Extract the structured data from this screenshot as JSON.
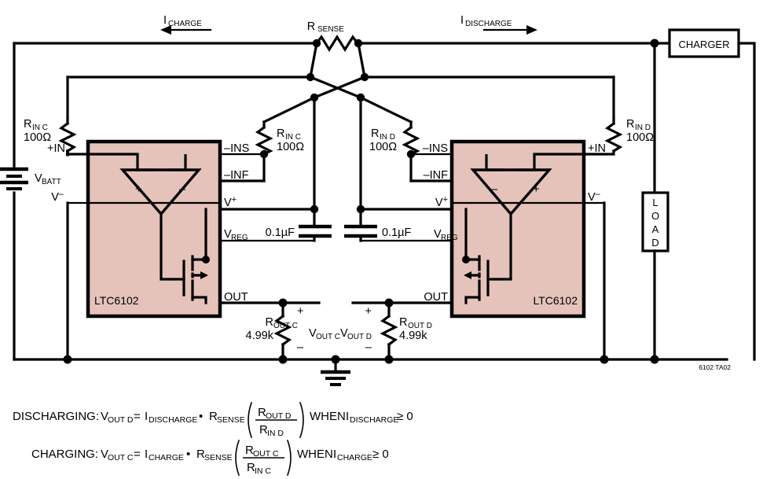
{
  "figure": {
    "title_note": "6102 TA02",
    "chip_name_left": "LTC6102",
    "chip_name_right": "LTC6102",
    "accent_chip_fill": "#e5c3bb",
    "line_color": "#000000",
    "background": "#ffffff"
  },
  "currents": {
    "charge_label_main": "I",
    "charge_label_sub": "CHARGE",
    "discharge_label_main": "I",
    "discharge_label_sub": "DISCHARGE"
  },
  "components": {
    "rsense": {
      "main": "R",
      "sub": "SENSE"
    },
    "rin_c_left": {
      "main": "R",
      "sub": "IN C",
      "value": "100Ω"
    },
    "rin_c_center": {
      "main": "R",
      "sub": "IN C",
      "value": "100Ω"
    },
    "rin_d_center": {
      "main": "R",
      "sub": "IN D",
      "value": "100Ω"
    },
    "rin_d_right": {
      "main": "R",
      "sub": "IN D",
      "value": "100Ω"
    },
    "rout_c": {
      "main": "R",
      "sub": "OUT C",
      "value": "4.99k"
    },
    "rout_d": {
      "main": "R",
      "sub": "OUT D",
      "value": "4.99k"
    },
    "cap_left": "0.1µF",
    "cap_right": "0.1µF",
    "vbatt": {
      "main": "V",
      "sub": "BATT"
    },
    "vout_c": {
      "main": "V",
      "sub": "OUT C"
    },
    "vout_d": {
      "main": "V",
      "sub": "OUT D"
    },
    "charger": "CHARGER",
    "load_letters": [
      "L",
      "O",
      "A",
      "D"
    ],
    "polarity_plus": "+",
    "polarity_minus": "–"
  },
  "pins_left": {
    "plus_in": "+IN",
    "minus_ins": "–INS",
    "minus_inf": "–INF",
    "v_minus_main": "V",
    "v_minus_sup": "–",
    "v_plus_main": "V",
    "v_plus_sup": "+",
    "vreg_main": "V",
    "vreg_sub": "REG",
    "out": "OUT",
    "opamp_plus": "+",
    "opamp_minus": "–"
  },
  "pins_right": {
    "plus_in": "+IN",
    "minus_ins": "–INS",
    "minus_inf": "–INF",
    "v_minus_main": "V",
    "v_minus_sup": "–",
    "v_plus_main": "V",
    "v_plus_sup": "+",
    "vreg_main": "V",
    "vreg_sub": "REG",
    "out": "OUT",
    "opamp_plus": "+",
    "opamp_minus": "–"
  },
  "equations": {
    "discharging": {
      "prefix": "DISCHARGING:",
      "lhs_main": "V",
      "lhs_sub": "OUT D",
      "eq": "=",
      "t1_main": "I",
      "t1_sub": "DISCHARGE",
      "dot": "•",
      "t2_main": "R",
      "t2_sub": "SENSE",
      "frac_num_main": "R",
      "frac_num_sub": "OUT D",
      "frac_den_main": "R",
      "frac_den_sub": "IN D",
      "when": "WHEN",
      "cond_main": "I",
      "cond_sub": "DISCHARGE",
      "cond_rel": "≥ 0"
    },
    "charging": {
      "prefix": "CHARGING:",
      "lhs_main": "V",
      "lhs_sub": "OUT C",
      "eq": "=",
      "t1_main": "I",
      "t1_sub": "CHARGE",
      "dot": "•",
      "t2_main": "R",
      "t2_sub": "SENSE",
      "frac_num_main": "R",
      "frac_num_sub": "OUT C",
      "frac_den_main": "R",
      "frac_den_sub": "IN C",
      "when": "WHEN",
      "cond_main": "I",
      "cond_sub": "CHARGE",
      "cond_rel": "≥ 0"
    }
  }
}
